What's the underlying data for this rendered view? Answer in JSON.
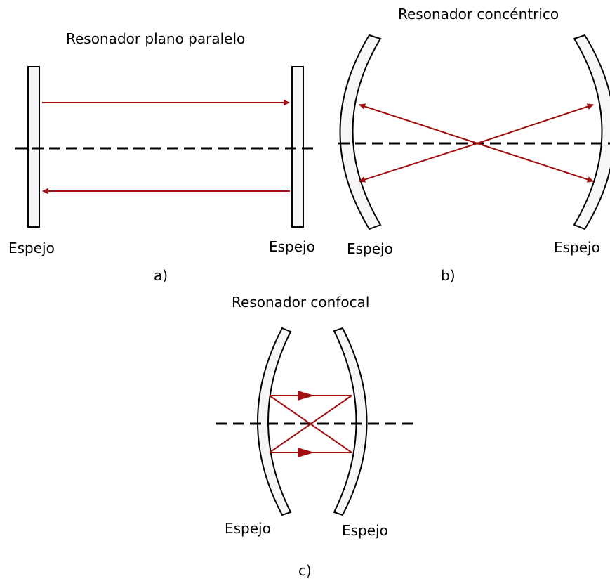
{
  "panel_a": {
    "title": "Resonador plano paralelo",
    "mirror_left_label": "Espejo",
    "mirror_right_label": "Espejo",
    "caption": "a)"
  },
  "panel_b": {
    "title": "Resonador concéntrico",
    "mirror_left_label": "Espejo",
    "mirror_right_label": "Espejo",
    "caption": "b)"
  },
  "panel_c": {
    "title": "Resonador confocal",
    "mirror_left_label": "Espejo",
    "mirror_right_label": "Espejo",
    "caption": "c)"
  },
  "colors": {
    "ray": "#a01010",
    "mirror_fill": "#f7f5f7",
    "axis": "#000000"
  }
}
